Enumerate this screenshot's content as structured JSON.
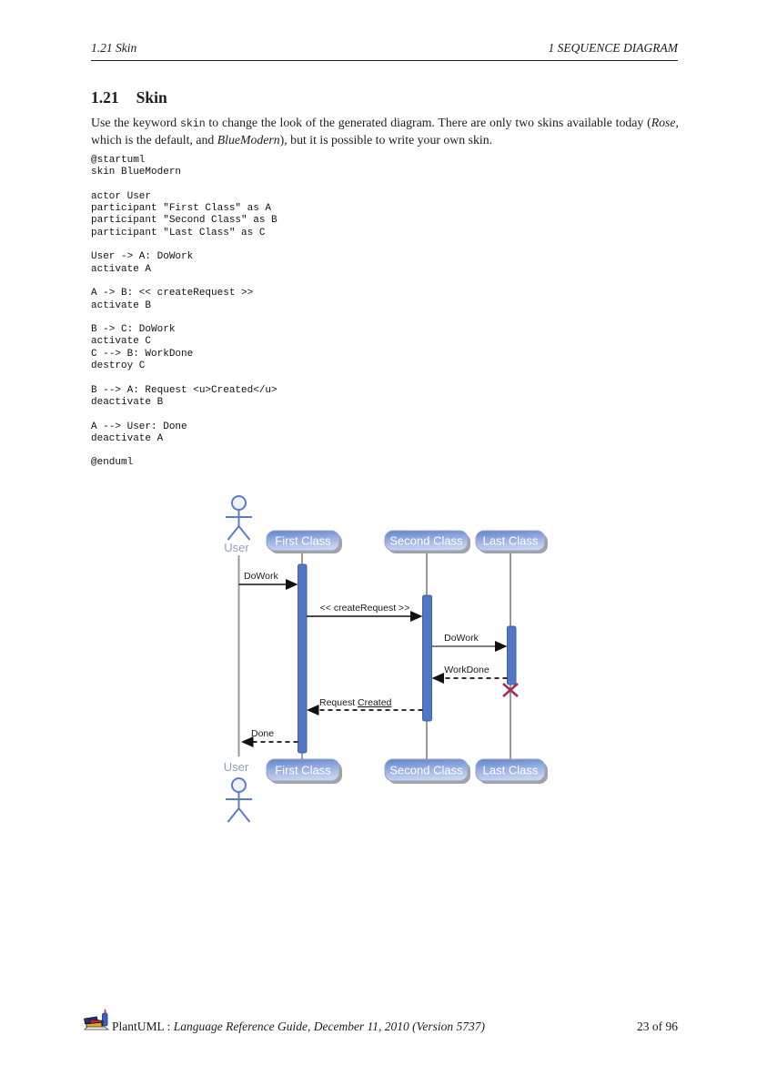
{
  "header": {
    "left": "1.21  Skin",
    "right": "1   SEQUENCE DIAGRAM"
  },
  "section": {
    "number": "1.21",
    "title": "Skin"
  },
  "intro": {
    "t1": "Use the keyword ",
    "kw": "skin",
    "t2": " to change the look of the generated diagram. There are only two skins available today (",
    "em1": "Rose",
    "t3": ", which is the default, and ",
    "em2": "BlueModern",
    "t4": "), but it is possible to write your own skin."
  },
  "code": {
    "lines": [
      "@startuml",
      "skin BlueModern",
      "",
      "actor User",
      "participant \"First Class\" as A",
      "participant \"Second Class\" as B",
      "participant \"Last Class\" as C",
      "",
      "User -> A: DoWork",
      "activate A",
      "",
      "A -> B: << createRequest >>",
      "activate B",
      "",
      "B -> C: DoWork",
      "activate C",
      "C --> B: WorkDone",
      "destroy C",
      "",
      "B --> A: Request <u>Created</u>",
      "deactivate B",
      "",
      "A --> User: Done",
      "deactivate A",
      "",
      "@enduml"
    ]
  },
  "diagram": {
    "actor": {
      "label": "User"
    },
    "participants": [
      {
        "name": "First Class"
      },
      {
        "name": "Second Class"
      },
      {
        "name": "Last Class"
      }
    ],
    "messages": [
      {
        "label": "DoWork",
        "style": "solid"
      },
      {
        "label": "<< createRequest >>",
        "style": "solid"
      },
      {
        "label": "DoWork",
        "style": "solid"
      },
      {
        "label": "WorkDone",
        "style": "dashed"
      },
      {
        "prefix": "Request ",
        "underlined": "Created",
        "style": "dashed"
      },
      {
        "label": "Done",
        "style": "dashed"
      }
    ],
    "colors": {
      "activation": "#5176c6",
      "lifeline": "#9a9a9a",
      "destroy_x": "#a62c4c",
      "box_gradient_top": "#5f83cb",
      "box_gradient_bottom": "#c9d4f0",
      "actor_stroke": "#5b7cc8"
    }
  },
  "footer": {
    "brand": "PlantUML : ",
    "doc": "Language Reference Guide, December 11, 2010 (Version 5737)",
    "page": "23 of 96"
  }
}
